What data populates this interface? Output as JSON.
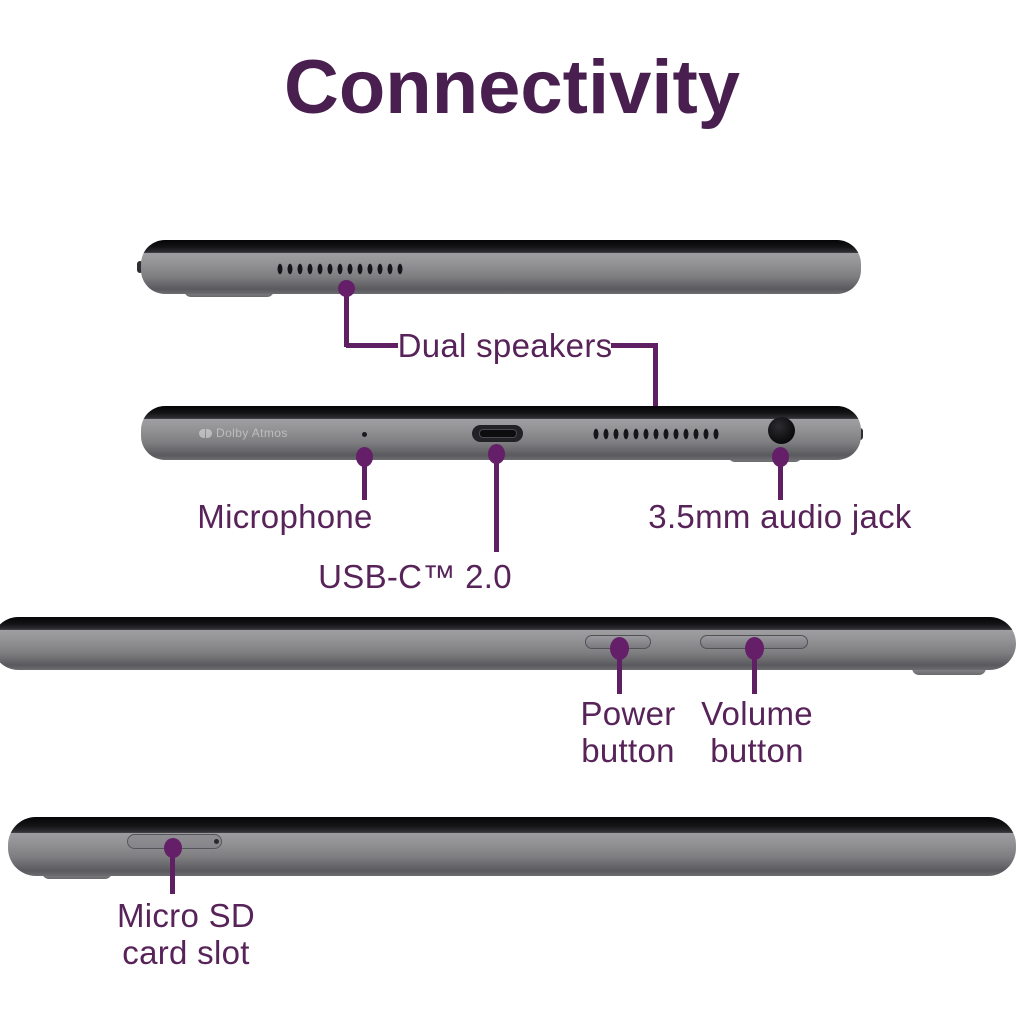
{
  "title": "Connectivity",
  "branding": {
    "dolby_atmos": "Dolby Atmos"
  },
  "callouts": {
    "dual_speakers": {
      "label": "Dual speakers"
    },
    "microphone": {
      "label": "Microphone"
    },
    "usb_c": {
      "label": "USB-C™ 2.0"
    },
    "audio_jack": {
      "label": "3.5mm audio jack"
    },
    "power_button": {
      "line1": "Power",
      "line2": "button"
    },
    "volume_button": {
      "line1": "Volume",
      "line2": "button"
    },
    "micro_sd": {
      "line1": "Micro SD",
      "line2": "card slot"
    }
  },
  "icons": {
    "dolby_logo": "dolby-double-d-icon"
  },
  "colors": {
    "background": "#ffffff",
    "title_text": "#491f50",
    "label_text": "#572359",
    "callout_line": "#5e2062",
    "callout_dot": "#651e68",
    "tablet_body_gray": "#949496",
    "tablet_screen_edge": "#141416"
  }
}
